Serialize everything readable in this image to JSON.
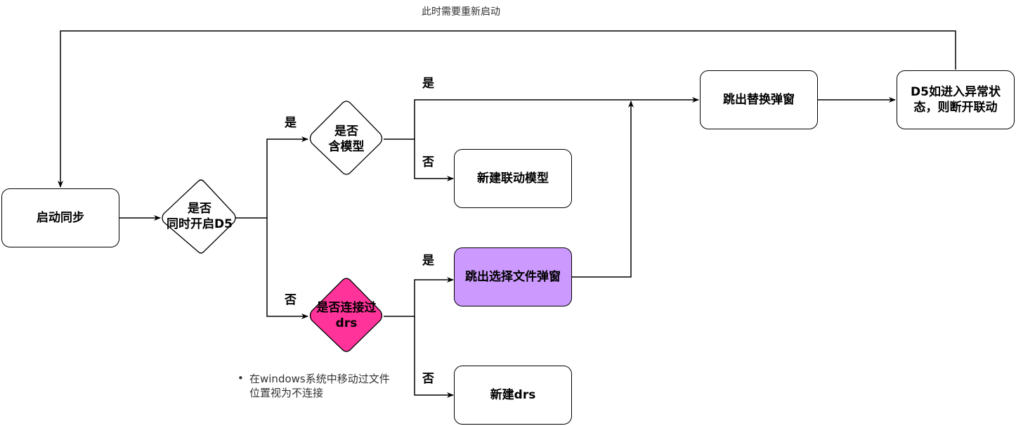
{
  "nodes": {
    "start_sync": "启动同步",
    "d5_open_q": "是否\n同时开启D5",
    "has_model_q": "是否\n含模型",
    "new_link_model": "新建联动模型",
    "connected_drs_q": "是否连接过\ndrs",
    "choose_file_popup": "跳出选择文件弹窗",
    "new_drs": "新建drs",
    "replace_popup": "跳出替换弹窗",
    "d5_abnormal": "D5如进入异常状\n态，则断开联动"
  },
  "edge_labels": {
    "yes_to_has_model": "是",
    "no_to_connected_drs": "否",
    "yes_to_replace": "是",
    "no_to_new_model": "否",
    "yes_to_choose_file": "是",
    "no_to_new_drs": "否",
    "restart_loop": "此时需要重新启动"
  },
  "note": "在windows系统中移动过文件位置视为不连接",
  "colors": {
    "choose_file_fill": "#CC99FF",
    "connected_drs_fill": "#FF3399"
  }
}
